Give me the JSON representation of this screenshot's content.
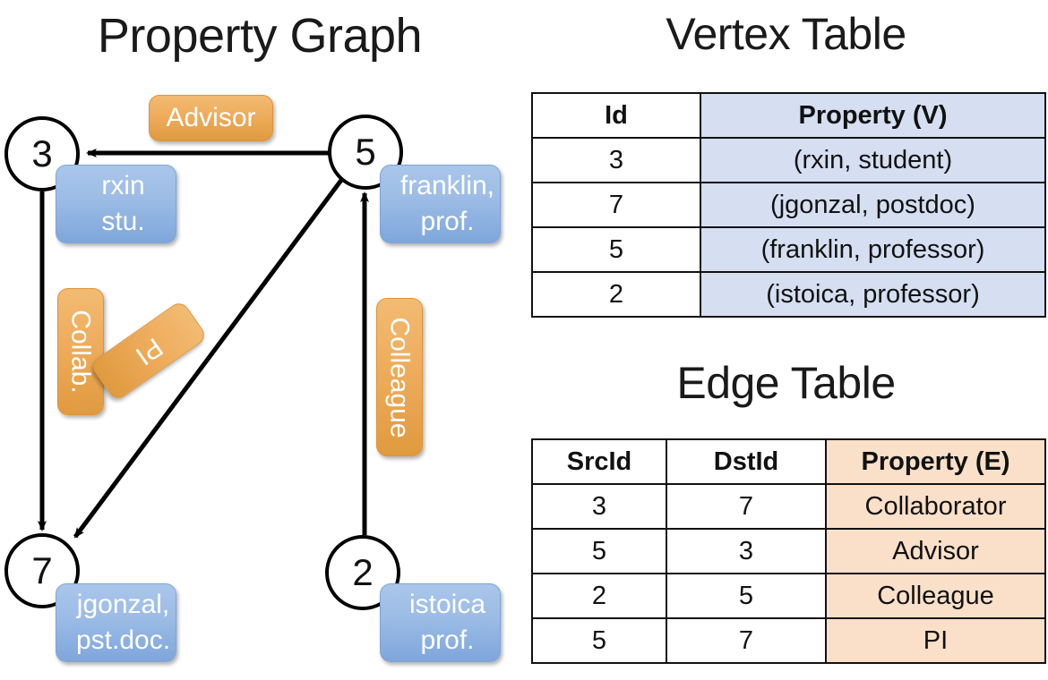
{
  "titles": {
    "property_graph": "Property Graph",
    "vertex_table": "Vertex Table",
    "edge_table": "Edge Table"
  },
  "colors": {
    "badge_blue_top": "#aac6ea",
    "badge_blue_bottom": "#7fa6db",
    "badge_orange_top": "#f2bb73",
    "badge_orange_bottom": "#e09a3f",
    "table_blue_cell": "#d5dff1",
    "table_orange_cell": "#fae0c8",
    "stroke": "#111111",
    "background": "#ffffff"
  },
  "graph": {
    "nodes": [
      {
        "id": "3",
        "name": "node-3",
        "property_line1": "rxin",
        "property_line2": "stu."
      },
      {
        "id": "5",
        "name": "node-5",
        "property_line1": "franklin,",
        "property_line2": "prof."
      },
      {
        "id": "7",
        "name": "node-7",
        "property_line1": "jgonzal,",
        "property_line2": "pst.doc."
      },
      {
        "id": "2",
        "name": "node-2",
        "property_line1": "istoica",
        "property_line2": "prof."
      }
    ],
    "edges": [
      {
        "src": "5",
        "dst": "3",
        "label": "Advisor",
        "orientation": "horizontal"
      },
      {
        "src": "3",
        "dst": "7",
        "label": "Collab.",
        "orientation": "vertical"
      },
      {
        "src": "5",
        "dst": "7",
        "label": "PI",
        "orientation": "diagonal"
      },
      {
        "src": "2",
        "dst": "5",
        "label": "Colleague",
        "orientation": "vertical"
      }
    ]
  },
  "vertex_table": {
    "headers": [
      "Id",
      "Property (V)"
    ],
    "rows": [
      {
        "id": "3",
        "property": "(rxin, student)"
      },
      {
        "id": "7",
        "property": "(jgonzal, postdoc)"
      },
      {
        "id": "5",
        "property": "(franklin, professor)"
      },
      {
        "id": "2",
        "property": "(istoica, professor)"
      }
    ]
  },
  "edge_table": {
    "headers": [
      "SrcId",
      "DstId",
      "Property (E)"
    ],
    "rows": [
      {
        "src": "3",
        "dst": "7",
        "property": "Collaborator"
      },
      {
        "src": "5",
        "dst": "3",
        "property": "Advisor"
      },
      {
        "src": "2",
        "dst": "5",
        "property": "Colleague"
      },
      {
        "src": "5",
        "dst": "7",
        "property": "PI"
      }
    ]
  }
}
